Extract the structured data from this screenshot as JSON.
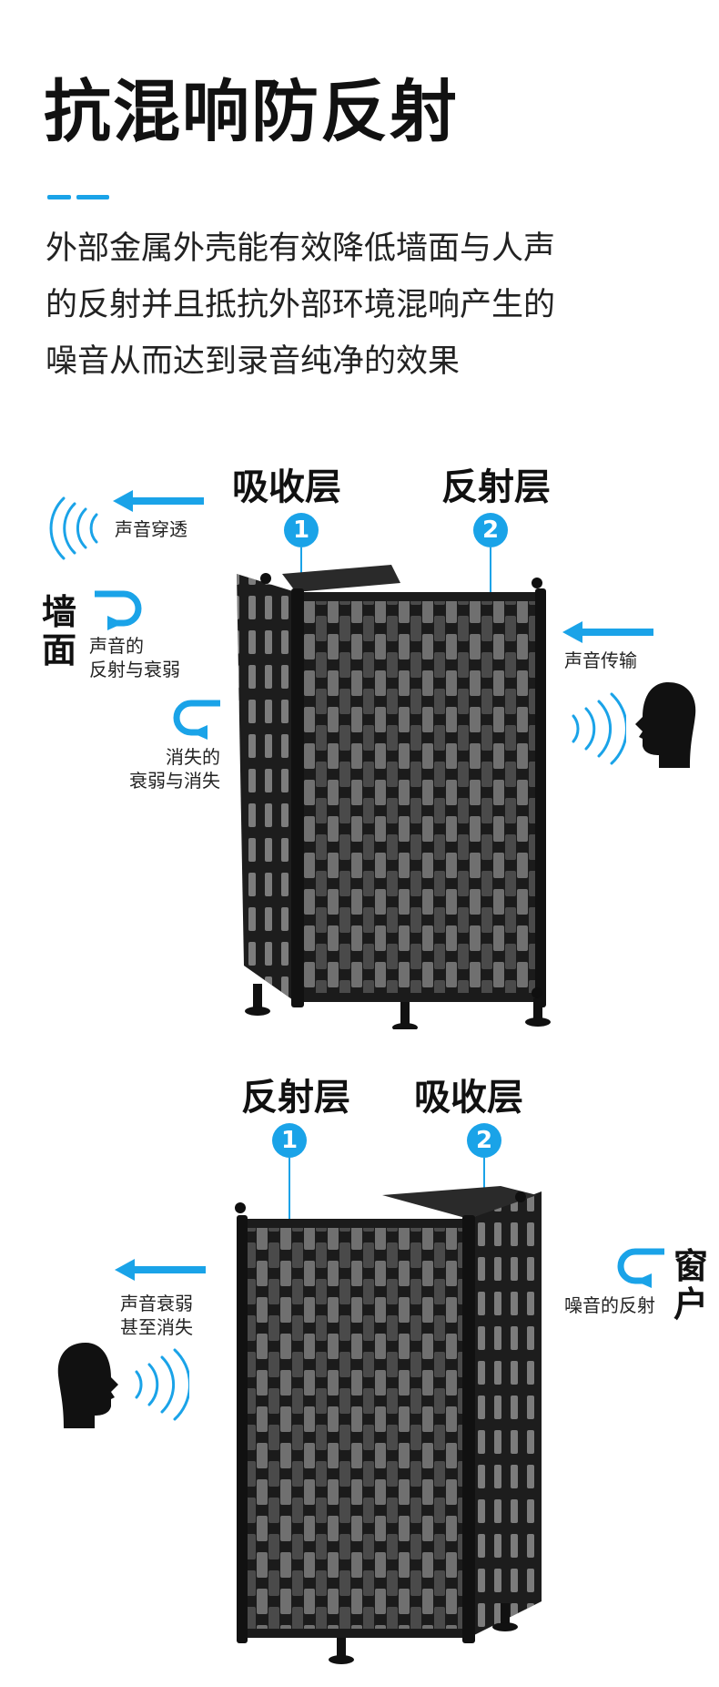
{
  "header": {
    "title": "抗混响防反射",
    "accent_color": "#1aa3e8",
    "description_lines": [
      "外部金属外壳能有效降低墙面与人声",
      "的反射并且抵抗外部环境混响产生的",
      "噪音从而达到录音纯净的效果"
    ]
  },
  "diagram1": {
    "layer1": {
      "label": "吸收层",
      "badge": "1"
    },
    "layer2": {
      "label": "反射层",
      "badge": "2"
    },
    "wall_label": [
      "墙",
      "面"
    ],
    "notes": {
      "penetration": "声音穿透",
      "wall_reflect": [
        "声音的",
        "反射与衰弱"
      ],
      "vanish": [
        "消失的",
        "衰弱与消失"
      ],
      "transmission": "声音传输"
    },
    "icons": [
      "sound-wave-icon",
      "arrow-left-icon",
      "u-turn-arrow-icon",
      "speaker-head-icon"
    ]
  },
  "diagram2": {
    "layer1": {
      "label": "反射层",
      "badge": "1"
    },
    "layer2": {
      "label": "吸收层",
      "badge": "2"
    },
    "window_label": [
      "窗",
      "户"
    ],
    "notes": {
      "weaken": [
        "声音衰弱",
        "甚至消失"
      ],
      "noise_reflect": "噪音的反射"
    },
    "icons": [
      "sound-wave-icon",
      "arrow-left-icon",
      "u-turn-arrow-icon",
      "speaker-head-icon"
    ]
  }
}
